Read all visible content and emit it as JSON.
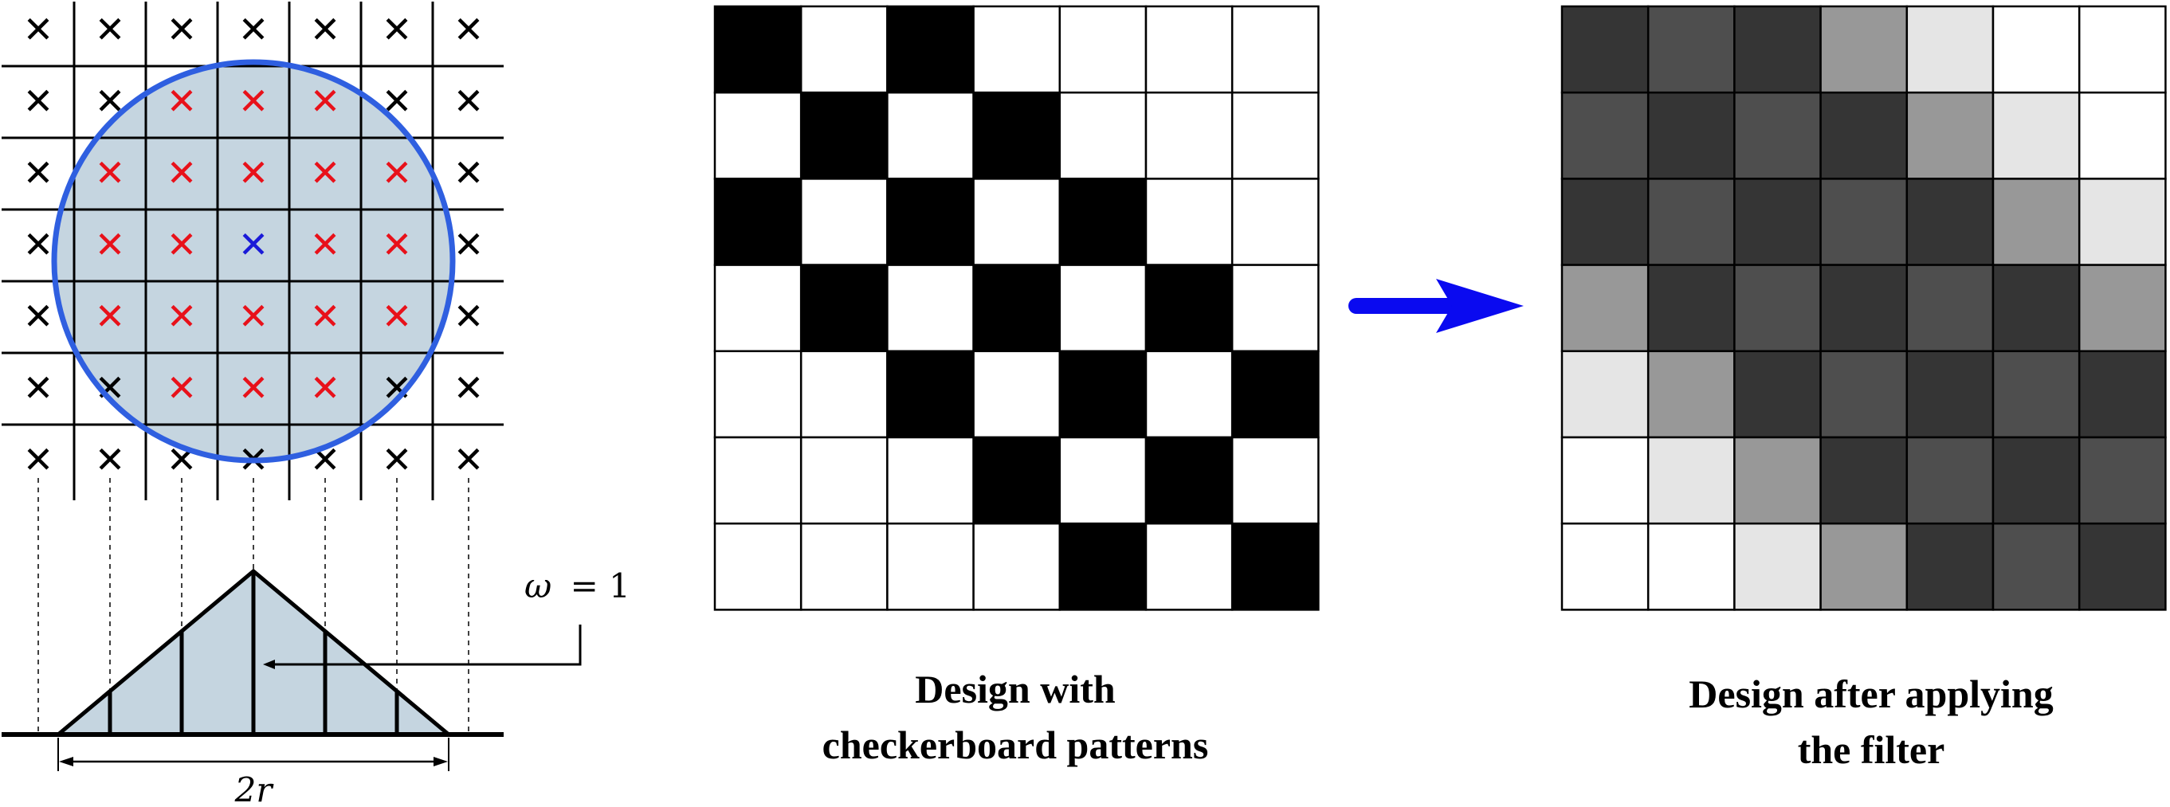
{
  "colors": {
    "circle_fill": "#c5d5e0",
    "circle_stroke": "#2f5fe0",
    "inside_mark": "#e8111a",
    "center_mark": "#1a1ad8",
    "outside_mark": "#000000",
    "arrow": "#0a0af0"
  },
  "kernel": {
    "grid_size": 7,
    "mark_symbol": "✕",
    "weight_label_symbol": "ω",
    "weight_label_value": "= 1",
    "radius_label": "2r"
  },
  "checkerboard": {
    "caption_line1": "Design with",
    "caption_line2": "checkerboard patterns",
    "cells": [
      [
        1,
        0,
        1,
        0,
        0,
        0,
        0
      ],
      [
        0,
        1,
        0,
        1,
        0,
        0,
        0
      ],
      [
        1,
        0,
        1,
        0,
        1,
        0,
        0
      ],
      [
        0,
        1,
        0,
        1,
        0,
        1,
        0
      ],
      [
        0,
        0,
        1,
        0,
        1,
        0,
        1
      ],
      [
        0,
        0,
        0,
        1,
        0,
        1,
        0
      ],
      [
        0,
        0,
        0,
        0,
        1,
        0,
        1
      ]
    ]
  },
  "filtered": {
    "caption_line1": "Design after applying",
    "caption_line2": "the filter",
    "cells": [
      [
        "#353535",
        "#4e4e4e",
        "#353535",
        "#989898",
        "#e5e5e5",
        "#ffffff",
        "#ffffff"
      ],
      [
        "#4e4e4e",
        "#353535",
        "#4e4e4e",
        "#353535",
        "#989898",
        "#e5e5e5",
        "#ffffff"
      ],
      [
        "#353535",
        "#4e4e4e",
        "#353535",
        "#4e4e4e",
        "#353535",
        "#989898",
        "#e5e5e5"
      ],
      [
        "#989898",
        "#353535",
        "#4e4e4e",
        "#353535",
        "#4e4e4e",
        "#353535",
        "#989898"
      ],
      [
        "#e5e5e5",
        "#989898",
        "#353535",
        "#4e4e4e",
        "#353535",
        "#4e4e4e",
        "#353535"
      ],
      [
        "#ffffff",
        "#e5e5e5",
        "#989898",
        "#353535",
        "#4e4e4e",
        "#353535",
        "#4e4e4e"
      ],
      [
        "#ffffff",
        "#ffffff",
        "#e5e5e5",
        "#989898",
        "#353535",
        "#4e4e4e",
        "#353535"
      ]
    ]
  }
}
